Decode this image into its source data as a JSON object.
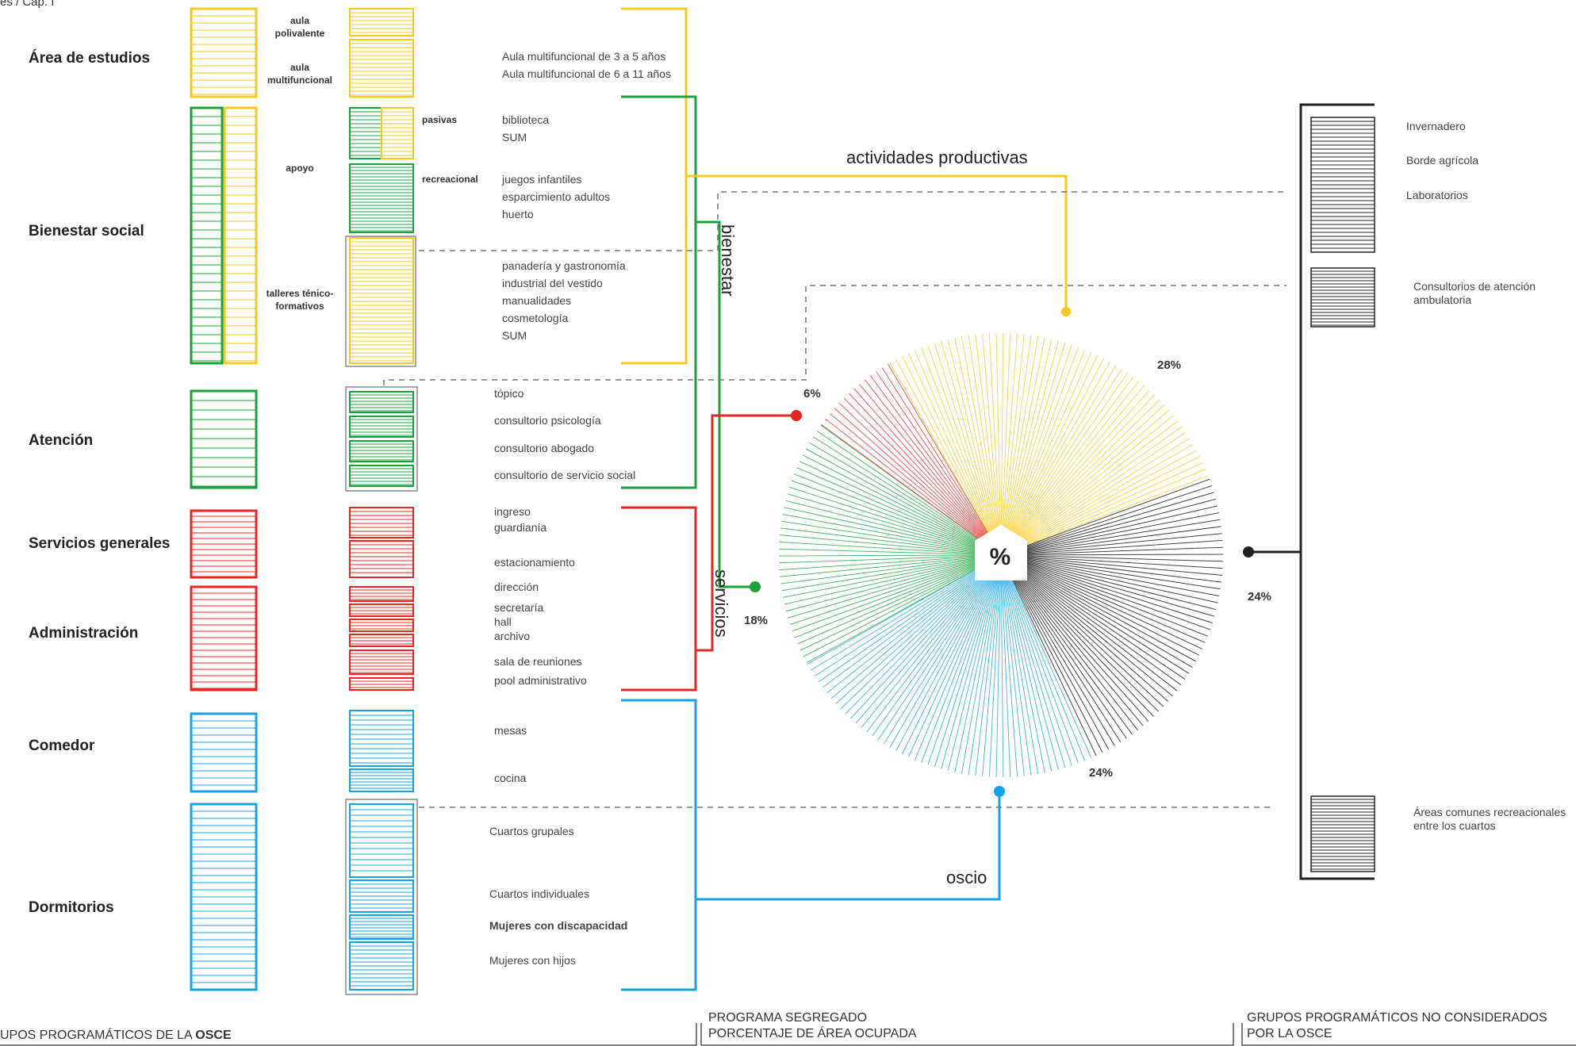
{
  "breadcrumb": "es / Cap. I",
  "groups": [
    {
      "id": "estudios",
      "label": "Área de estudios",
      "color": "#f7c81e"
    },
    {
      "id": "bienestar",
      "label": "Bienestar social",
      "color": "#1aa13a"
    },
    {
      "id": "atencion",
      "label": "Atención",
      "color": "#1aa13a"
    },
    {
      "id": "servicios",
      "label": "Servicios generales",
      "color": "#e8251f"
    },
    {
      "id": "administracion",
      "label": "Administración",
      "color": "#e8251f"
    },
    {
      "id": "comedor",
      "label": "Comedor",
      "color": "#14a3e3"
    },
    {
      "id": "dormitorios",
      "label": "Dormitorios",
      "color": "#14a3e3"
    }
  ],
  "sublabels": {
    "aula_polivalente": "aula\npolivalente",
    "aula_multifuncional": "aula\nmultifuncional",
    "apoyo": "apoyo",
    "talleres": "talleres ténico-\nformativos",
    "pasivas": "pasivas",
    "recreacional": "recreacional"
  },
  "items": {
    "estudios": [
      "Aula multifuncional de 3 a 5 años",
      "Aula multifuncional de 6 a 11 años"
    ],
    "pasivas": [
      "biblioteca",
      "SUM"
    ],
    "recreacional": [
      "juegos infantiles",
      "esparcimiento adultos",
      "huerto"
    ],
    "talleres": [
      "panadería y gastronomía",
      "industrial del vestido",
      "manualidades",
      "cosmetología",
      "SUM"
    ],
    "atencion": [
      "tópico",
      "consultorio psicología",
      "consultorio abogado",
      "consultorio de servicio social"
    ],
    "servicios": [
      "ingreso",
      "guardianía",
      "estacionamiento",
      "dirección",
      "secretaría",
      "hall",
      "archivo",
      "sala de reuniones",
      "pool administrativo"
    ],
    "comedor": [
      "mesas",
      "cocina"
    ],
    "dormitorios": [
      "Cuartos grupales",
      "Cuartos individuales",
      "Mujeres con discapacidad",
      "Mujeres con hijos"
    ]
  },
  "categories": {
    "productivas": "actividades productivas",
    "bienestar": "bienestar",
    "servicios": "servicios",
    "oscio": "oscio"
  },
  "center_symbol": "%",
  "percentages": {
    "yellow": "28%",
    "red": "6%",
    "green": "18%",
    "blue": "24%",
    "black": "24%"
  },
  "chart_data": {
    "type": "pie",
    "categories": [
      "actividades productivas",
      "servicios",
      "bienestar",
      "oscio",
      ""
    ],
    "values": [
      28,
      6,
      18,
      24,
      24
    ],
    "colors": [
      "#f7c81e",
      "#e8251f",
      "#1aa13a",
      "#14a3e3",
      "#222222"
    ]
  },
  "not_considered": [
    "Invernadero",
    "Borde agrícola",
    "Laboratorios",
    "Consultorios de atención\nambulatoria",
    "Áreas comunes recreacionales\nentre los cuartos"
  ],
  "footer": {
    "left_prefix": "UPOS PROGRAMÁTICOS DE LA ",
    "left_bold": "OSCE",
    "middle": "PROGRAMA SEGREGADO\nPORCENTAJE DE ÁREA OCUPADA",
    "right": "GRUPOS PROGRAMÁTICOS NO CONSIDERADOS\nPOR LA OSCE"
  }
}
